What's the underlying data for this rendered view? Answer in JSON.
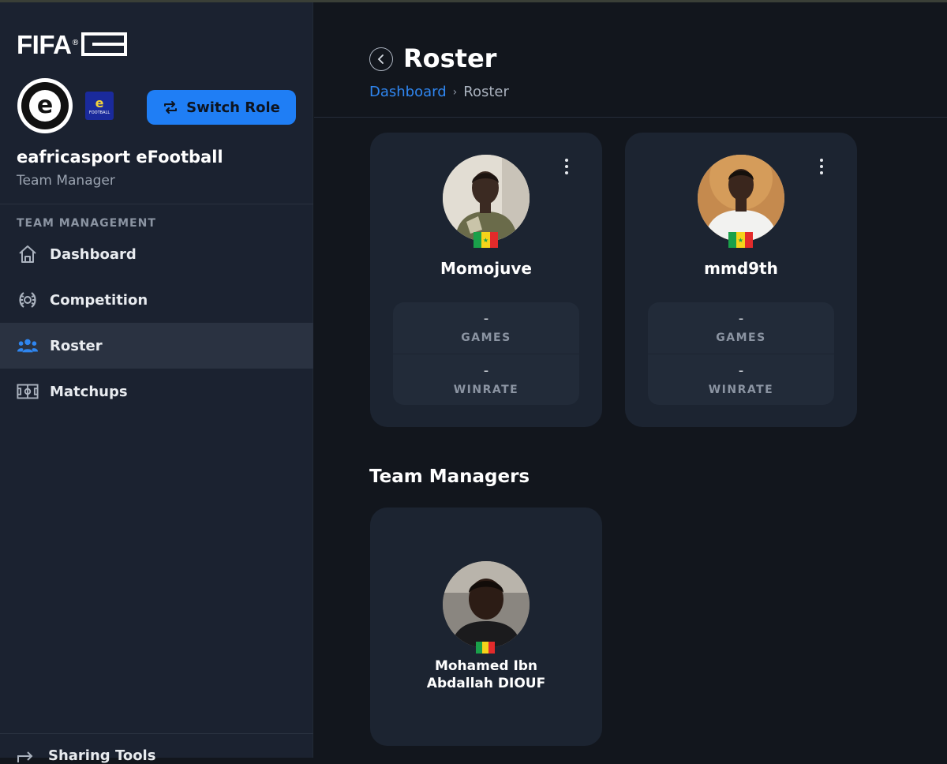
{
  "brand": {
    "logo_text": "FIFA",
    "logo_mark": "®"
  },
  "team": {
    "name": "eafricasport eFootball",
    "role": "Team Manager",
    "logo_letter": "e",
    "partner_badge_letter": "e",
    "partner_badge_text": "FOOTBALL",
    "switch_role_label": "Switch Role"
  },
  "sidebar": {
    "section_label": "TEAM MANAGEMENT",
    "items": [
      {
        "label": "Dashboard",
        "icon": "home-icon"
      },
      {
        "label": "Competition",
        "icon": "laurel-icon"
      },
      {
        "label": "Roster",
        "icon": "users-icon",
        "active": true
      },
      {
        "label": "Matchups",
        "icon": "pitch-icon"
      }
    ],
    "bottom_item": {
      "label": "Sharing Tools",
      "icon": "share-icon"
    }
  },
  "page": {
    "title": "Roster",
    "breadcrumb": {
      "root": "Dashboard",
      "separator": "›",
      "current": "Roster"
    }
  },
  "players": [
    {
      "name": "Momojuve",
      "flag": "senegal-flag",
      "stats": [
        {
          "value": "-",
          "label": "GAMES"
        },
        {
          "value": "-",
          "label": "WINRATE"
        }
      ]
    },
    {
      "name": "mmd9th",
      "flag": "senegal-flag",
      "stats": [
        {
          "value": "-",
          "label": "GAMES"
        },
        {
          "value": "-",
          "label": "WINRATE"
        }
      ]
    }
  ],
  "managers_section": {
    "title": "Team Managers",
    "managers": [
      {
        "name_line1": "Mohamed Ibn",
        "name_line2": "Abdallah DIOUF",
        "flag": "senegal-flag"
      }
    ]
  },
  "colors": {
    "accent": "#1f7ef5",
    "sidebar_bg": "#1b2230",
    "main_bg": "#12161d",
    "card_bg": "#1c2431"
  }
}
